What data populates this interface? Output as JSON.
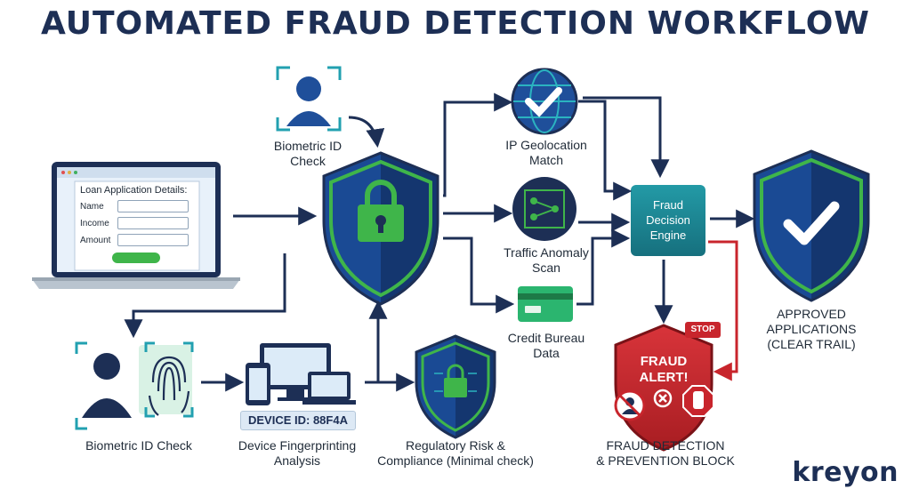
{
  "title": "AUTOMATED FRAUD DETECTION WORKFLOW",
  "form": {
    "heading": "Loan Application Details:",
    "fields": [
      "Name",
      "Income",
      "Amount"
    ]
  },
  "nodes": {
    "biometric_top": "Biometric ID\nCheck",
    "ip_geo": "IP Geolocation\nMatch",
    "traffic": "Traffic Anomaly\nScan",
    "credit": "Credit Bureau\nData",
    "engine": "Fraud\nDecision\nEngine",
    "approved": "APPROVED\nAPPLICATIONS\n(CLEAR TRAIL)",
    "biometric_bottom": "Biometric ID Check",
    "device": "Device Fingerprinting\nAnalysis",
    "device_id": "DEVICE ID: 88F4A",
    "regulatory": "Regulatory Risk &\nCompliance (Minimal check)",
    "alert": "FRAUD\nALERT!",
    "stop": "STOP",
    "block": "FRAUD DETECTION\n& PREVENTION BLOCK"
  },
  "brand": "kreyon",
  "colors": {
    "navy": "#1d2f55",
    "shield_blue": "#1f4f9a",
    "green": "#3fb54a",
    "teal": "#1b8a9a",
    "red": "#c8252c"
  }
}
